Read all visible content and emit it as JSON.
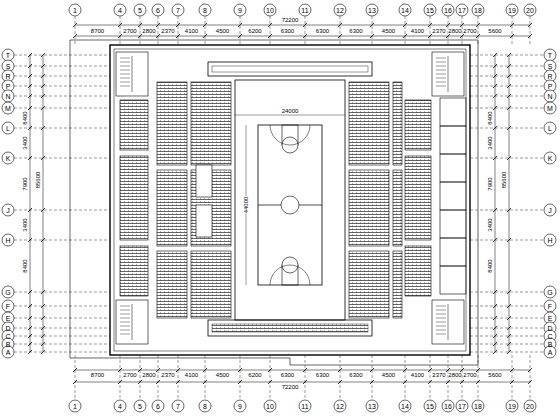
{
  "diagram": {
    "labels": [
      "1",
      "4",
      "5",
      "6",
      "7",
      "8",
      "9",
      "10",
      "11",
      "12",
      "13",
      "14",
      "15",
      "16",
      "17",
      "18",
      "19",
      "20",
      "8700",
      "2700",
      "2800",
      "2370",
      "4100",
      "4500",
      "6200",
      "6300",
      "6300",
      "6300",
      "4500",
      "4100",
      "2370",
      "2800",
      "2700",
      "5600",
      "72200",
      "8700",
      "2700",
      "2800",
      "2370",
      "4100",
      "4500",
      "6200",
      "6300",
      "6300",
      "6300",
      "4500",
      "4100",
      "2370",
      "2800",
      "2700",
      "5600",
      "72200",
      "1",
      "4",
      "5",
      "6",
      "7",
      "8",
      "9",
      "10",
      "11",
      "12",
      "13",
      "14",
      "15",
      "16",
      "17",
      "18",
      "19",
      "20",
      "T",
      "S",
      "R",
      "P",
      "N",
      "M",
      "L",
      "K",
      "J",
      "H",
      "G",
      "F",
      "E",
      "D",
      "C",
      "B",
      "A",
      "8400",
      "3400",
      "7900",
      "3400",
      "8400",
      "85600",
      "T",
      "S",
      "R",
      "P",
      "N",
      "M",
      "L",
      "K",
      "J",
      "H",
      "G",
      "F",
      "E",
      "D",
      "C",
      "B",
      "A",
      "8400",
      "3400",
      "7900",
      "3400",
      "8400",
      "85600",
      "24000",
      "44000"
    ]
  }
}
